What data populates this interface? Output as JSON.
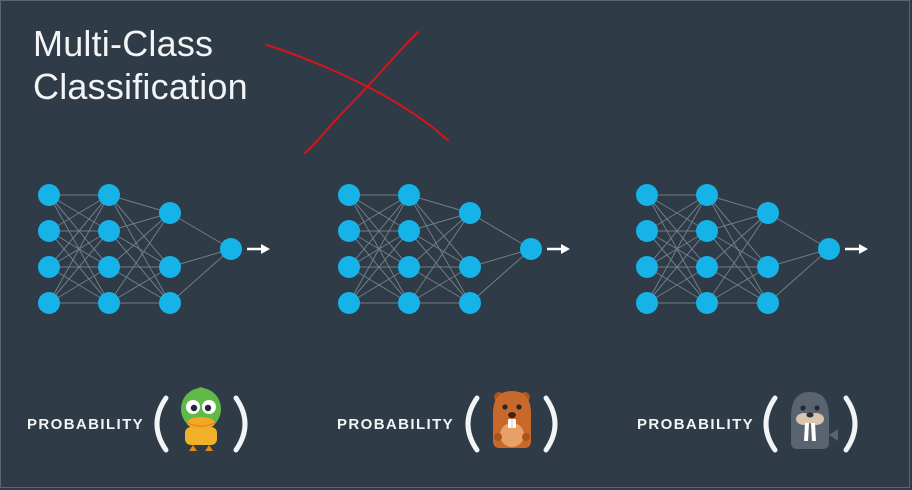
{
  "slide": {
    "title_line1": "Multi-Class",
    "title_line2": "Classification",
    "background_color": "#2f3b47",
    "node_color": "#16b3e8",
    "edge_color": "#6f7d8a",
    "strike_color": "#d2161b"
  },
  "panels": [
    {
      "label": "PROBABILITY",
      "animal": "duck"
    },
    {
      "label": "PROBABILITY",
      "animal": "beaver"
    },
    {
      "label": "PROBABILITY",
      "animal": "walrus"
    }
  ]
}
